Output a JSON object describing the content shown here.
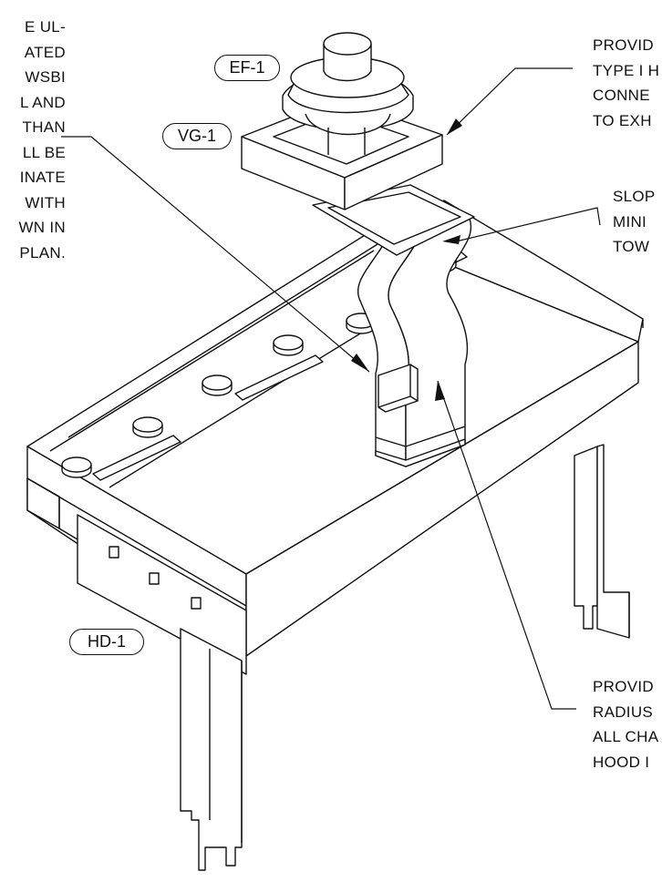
{
  "labels": {
    "ef": "EF-1",
    "vg": "VG-1",
    "hd": "HD-1"
  },
  "notes": {
    "left": [
      "E UL-",
      "ATED",
      "WSBI",
      "L AND",
      "THAN",
      "LL BE",
      "INATE",
      "WITH",
      "WN IN",
      "PLAN."
    ],
    "top_right": [
      "PROVID",
      "TYPE I H",
      "CONNE",
      "TO EXH"
    ],
    "mid_right": [
      "SLOP",
      "MINI",
      "TOW"
    ],
    "bottom_right": [
      "PROVID",
      "RADIUS",
      "ALL CHA",
      "HOOD I"
    ]
  }
}
